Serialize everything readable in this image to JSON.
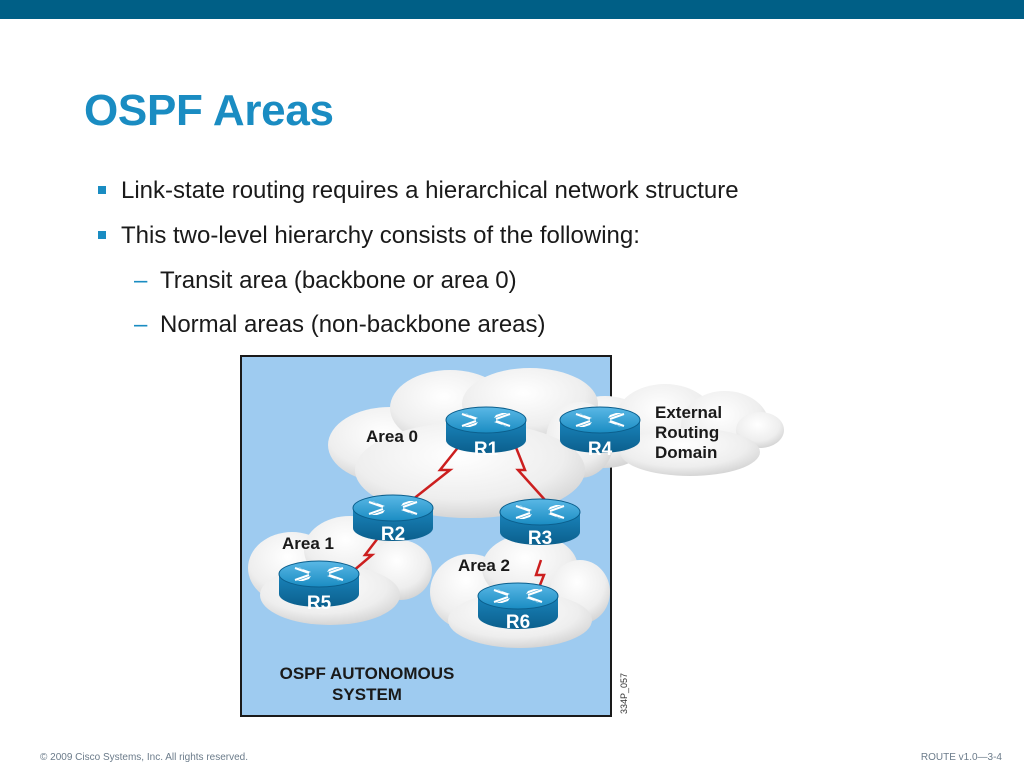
{
  "slide": {
    "title": "OSPF Areas",
    "bullets": [
      "Link-state routing requires a hierarchical network structure",
      "This two-level hierarchy consists of the following:"
    ],
    "sub_bullets": [
      "Transit area (backbone or area 0)",
      "Normal areas (non-backbone areas)"
    ],
    "sub_bullet_marker": "–"
  },
  "diagram": {
    "areas": [
      "Area 0",
      "Area 1",
      "Area 2"
    ],
    "routers": [
      "R1",
      "R2",
      "R3",
      "R4",
      "R5",
      "R6"
    ],
    "external_label": [
      "External",
      "Routing",
      "Domain"
    ],
    "system_label": [
      "OSPF AUTONOMOUS",
      "SYSTEM"
    ],
    "figure_id": "334P_057",
    "colors": {
      "background": "#9ecbf0",
      "router": "#1a8cc2",
      "link": "#cc1f1f",
      "cloud": "#f2f2f2"
    }
  },
  "footer": {
    "copyright": "© 2009 Cisco Systems, Inc. All rights reserved.",
    "course": "ROUTE v1.0—3-4"
  },
  "theme": {
    "accent": "#1a8cc2",
    "top_bar": "#005f86"
  }
}
